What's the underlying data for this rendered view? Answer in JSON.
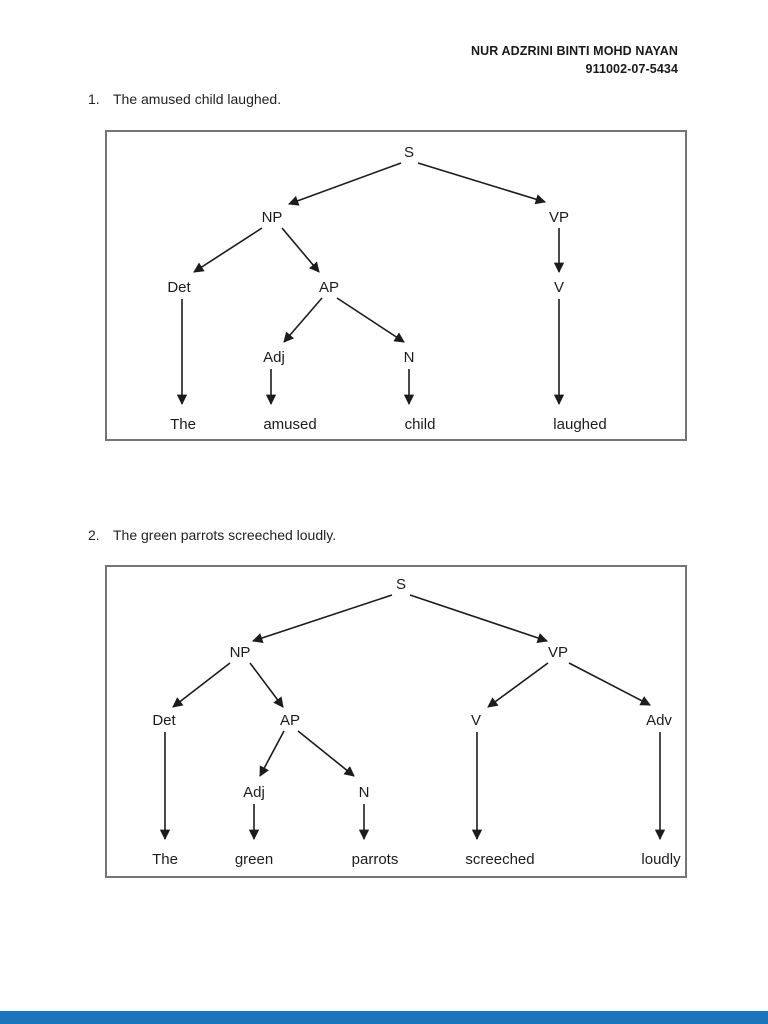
{
  "header": {
    "name": "NUR ADZRINI BINTI MOHD NAYAN",
    "student_id": "911002-07-5434"
  },
  "questions": [
    {
      "number": "1.",
      "sentence": "The amused child laughed.",
      "tree": {
        "labels": {
          "s": "S",
          "np": "NP",
          "vp": "VP",
          "det": "Det",
          "ap": "AP",
          "v": "V",
          "adj": "Adj",
          "n": "N",
          "word_det": "The",
          "word_adj": "amused",
          "word_n": "child",
          "word_v": "laughed"
        }
      }
    },
    {
      "number": "2.",
      "sentence": "The green parrots screeched loudly.",
      "tree": {
        "labels": {
          "s": "S",
          "np": "NP",
          "vp": "VP",
          "det": "Det",
          "ap": "AP",
          "v": "V",
          "adv": "Adv",
          "adj": "Adj",
          "n": "N",
          "word_det": "The",
          "word_adj": "green",
          "word_n": "parrots",
          "word_v": "screeched",
          "word_adv": "loudly"
        }
      }
    }
  ],
  "footer": {
    "bar_color": "#1a75bc"
  }
}
